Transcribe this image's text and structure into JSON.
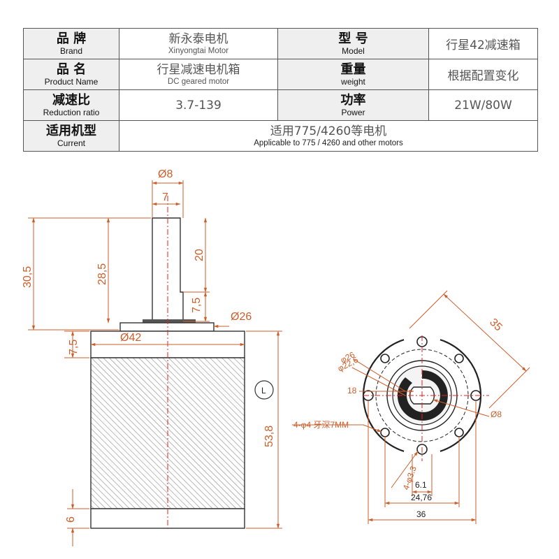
{
  "spec_table": {
    "brand_zh": "品 牌",
    "brand_en": "Brand",
    "brand_value_zh": "新永泰电机",
    "brand_value_en": "Xinyongtai Motor",
    "model_zh": "型 号",
    "model_en": "Model",
    "model_value": "行星42减速箱",
    "product_zh": "品 名",
    "product_en": "Product Name",
    "product_value_zh": "行星减速电机箱",
    "product_value_en": "DC geared motor",
    "weight_zh": "重量",
    "weight_en": "weight",
    "weight_value": "根据配置变化",
    "ratio_zh": "减速比",
    "ratio_en": "Reduction ratio",
    "ratio_value": "3.7-139",
    "power_zh": "功率",
    "power_en": "Power",
    "power_value": "21W/80W",
    "current_zh": "适用机型",
    "current_en": "Current",
    "current_value_zh": "适用775/4260等电机",
    "current_value_en": "Applicable to 775 / 4260 and other motors"
  },
  "side_view": {
    "shaft_diameter": "Ø8",
    "flat_width": "7",
    "total_height": "30,5",
    "shaft_height": "28,5",
    "flat_length": "20",
    "shoulder": "7,5",
    "boss_diameter": "Ø26",
    "flange_height": "7,5",
    "body_diameter": "Ø42",
    "body_length": "53,8",
    "length_symbol": "L",
    "bottom_height": "6"
  },
  "front_view": {
    "overall": "35",
    "d26": "φ26",
    "d22": "φ22,6",
    "d18": "18",
    "d8": "Ø8",
    "holes": "4-φ4 牙深7MM",
    "slot": "4-φ3.3",
    "w61": "6.1",
    "w2476": "24,76",
    "w36": "36"
  },
  "colors": {
    "dimension": "#cc5e2a",
    "centerline": "#e02020",
    "outline": "#333333",
    "table_border": "#555555"
  }
}
